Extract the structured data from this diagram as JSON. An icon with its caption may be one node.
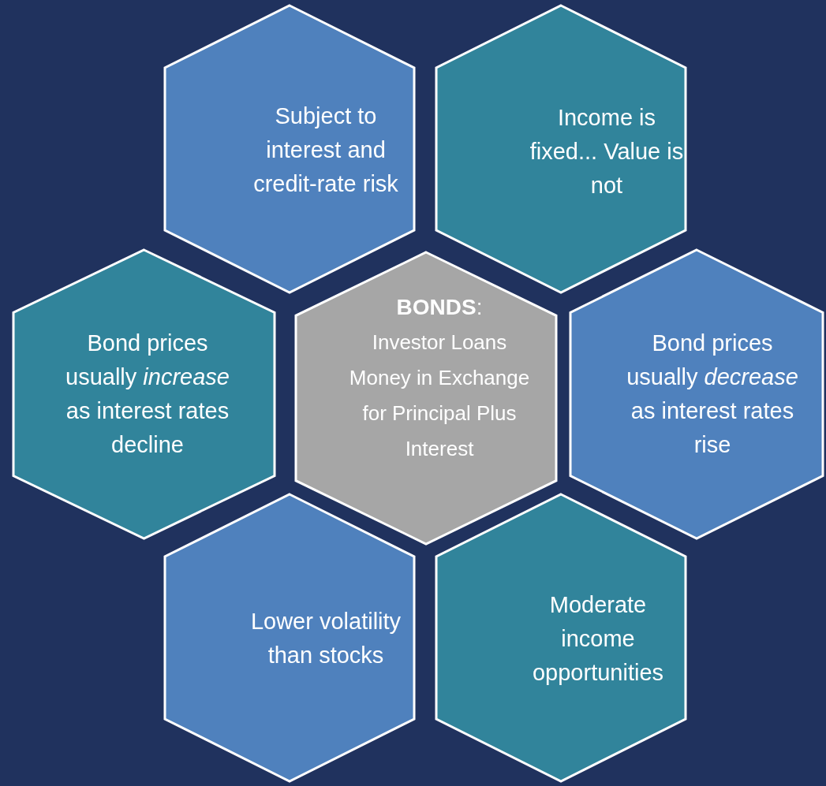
{
  "diagram": {
    "nodes": [
      {
        "text": [
          "Subject to interest and credit-rate risk"
        ]
      },
      {
        "text": [
          "Income is fixed... Value is not"
        ]
      },
      {
        "text": [
          "Bond prices usually *increase* as interest rates decline"
        ]
      },
      {
        "text": [
          "**BONDS**:",
          "Investor Loans Money in Exchange for Principal Plus Interest"
        ]
      },
      {
        "text": [
          "Bond prices usually *decrease* as interest rates rise"
        ]
      },
      {
        "text": [
          "Lower volatility than stocks"
        ]
      },
      {
        "text": [
          "Moderate income opportunities"
        ]
      }
    ]
  }
}
